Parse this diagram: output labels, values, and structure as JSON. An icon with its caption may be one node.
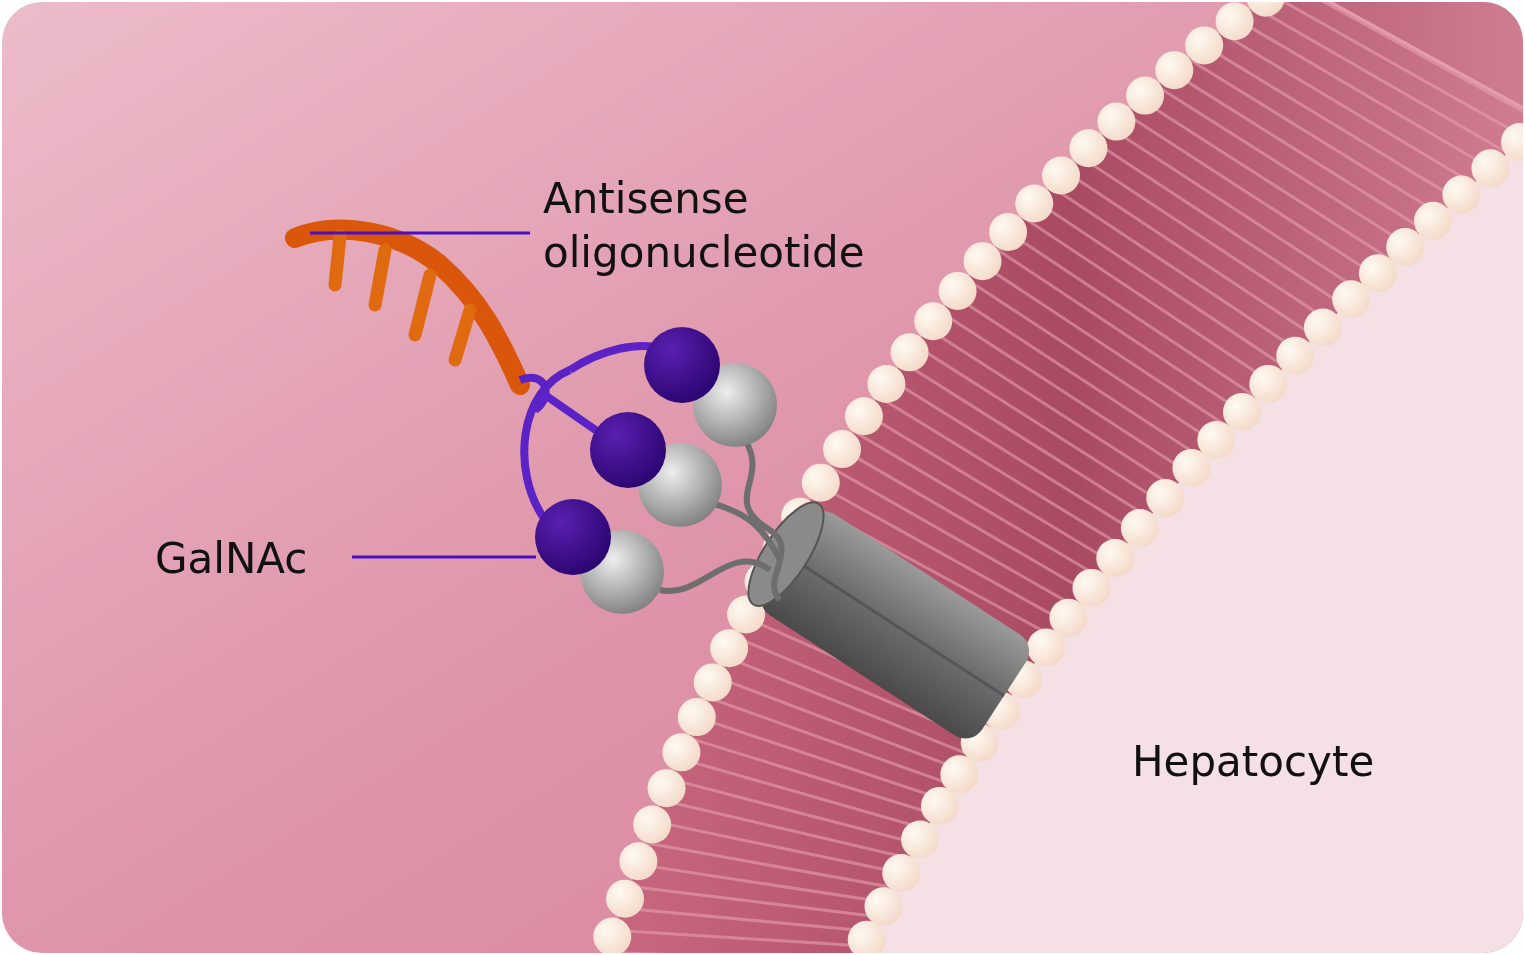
{
  "diagram": {
    "nodes": [
      {
        "text": [
          "Antisense oligonucleotide"
        ]
      },
      {
        "text": [],
        "shape": "picture"
      },
      {
        "text": [
          "GalNAc"
        ]
      },
      {
        "text": [],
        "shape": "circle"
      }
    ],
    "edges": [
      {
        "from": 0,
        "to": 1,
        "arrow": "none"
      },
      {
        "from": 2,
        "to": 3,
        "arrow": "none"
      }
    ],
    "labels": [
      "Hepatocyte"
    ]
  }
}
